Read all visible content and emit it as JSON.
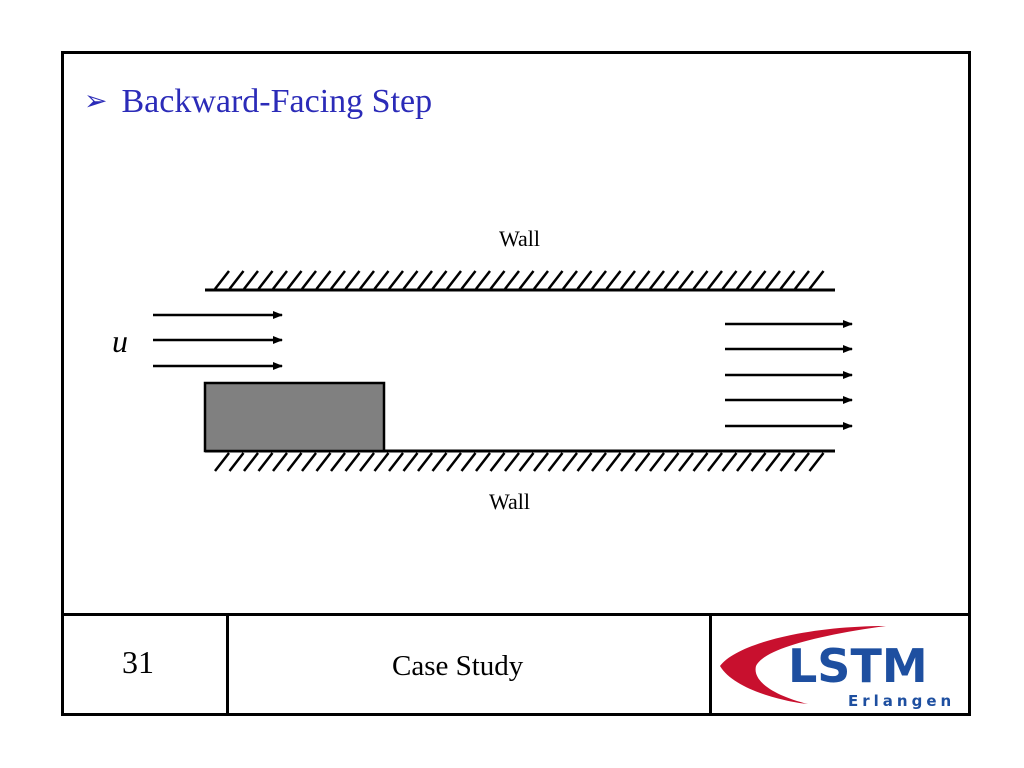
{
  "slide": {
    "title": "Backward-Facing Step",
    "bullet": "➢"
  },
  "diagram": {
    "top_wall_label": "Wall",
    "bottom_wall_label": "Wall",
    "inflow_label": "u",
    "step_color": "#808080"
  },
  "footer": {
    "page_number": "31",
    "section": "Case Study",
    "logo_text": "LSTM",
    "logo_subtext": "Erlangen",
    "logo_red": "#c8102e",
    "logo_blue": "#1e4fa0"
  }
}
